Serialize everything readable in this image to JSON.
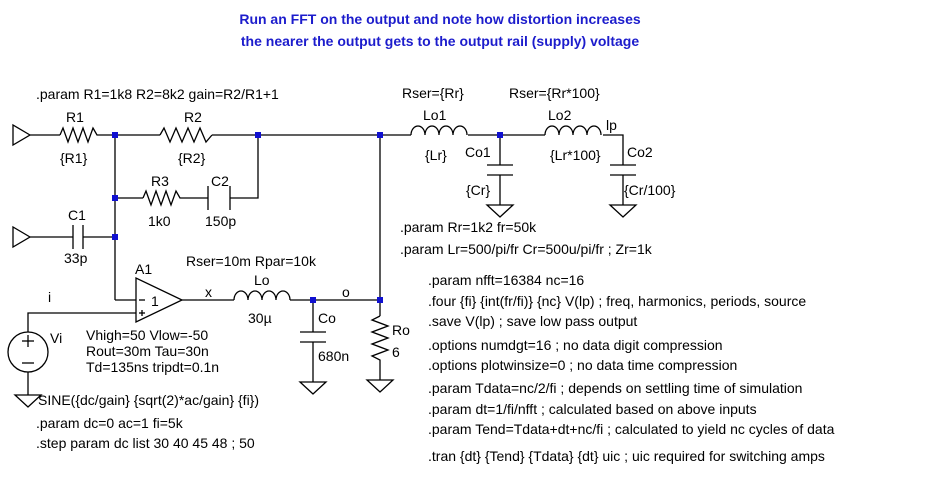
{
  "note": {
    "line1": "Run an FFT on the output and note how distortion increases",
    "line2": "the nearer the output gets to the output rail (supply) voltage"
  },
  "components": {
    "R1": {
      "name": "R1",
      "value": "{R1}"
    },
    "R2": {
      "name": "R2",
      "value": "{R2}"
    },
    "R3": {
      "name": "R3",
      "value": "1k0"
    },
    "C2": {
      "name": "C2",
      "value": "150p"
    },
    "C1": {
      "name": "C1",
      "value": "33p"
    },
    "A1": {
      "name": "A1",
      "params1": "Vhigh=50 Vlow=-50",
      "params2": "Rout=30m Tau=30n",
      "params3": "Td=135ns tripdt=0.1n",
      "symbol": "1"
    },
    "Lo": {
      "name": "Lo",
      "value": "30µ",
      "params": "Rser=10m Rpar=10k"
    },
    "Co": {
      "name": "Co",
      "value": "680n"
    },
    "Ro": {
      "name": "Ro",
      "value": "6"
    },
    "Lo1": {
      "name": "Lo1",
      "value": "{Lr}",
      "params": "Rser={Rr}"
    },
    "Co1": {
      "name": "Co1",
      "value": "{Cr}"
    },
    "Lo2": {
      "name": "Lo2",
      "value": "{Lr*100}",
      "params": "Rser={Rr*100}"
    },
    "Co2": {
      "name": "Co2",
      "value": "{Cr/100}"
    },
    "Vi": {
      "name": "Vi",
      "value": "SINE({dc/gain} {sqrt(2)*ac/gain} {fi})"
    }
  },
  "nets": {
    "i": "i",
    "o": "o",
    "lp": "lp"
  },
  "directives": {
    "param_r": ".param R1=1k8 R2=8k2 gain=R2/R1+1",
    "param_src": ".param dc=0 ac=1 fi=5k",
    "step": ".step param dc list 30 40 45 48 ; 50",
    "param_rr": ".param Rr=1k2 fr=50k",
    "param_lr": ".param Lr=500/pi/fr Cr=500u/pi/fr ; Zr=1k",
    "right": [
      ".param nfft=16384 nc=16",
      ".four {fi} {int(fr/fi)} {nc} V(lp) ; freq, harmonics, periods, source",
      ".save V(lp) ; save low pass output",
      ".options numdgt=16 ; no data digit compression",
      ".options plotwinsize=0 ; no data time compression",
      ".param Tdata=nc/2/fi ; depends on settling time of simulation",
      ".param dt=1/fi/nfft ; calculated based on above inputs",
      ".param Tend=Tdata+dt+nc/fi ; calculated to yield nc cycles of data",
      ".tran {dt} {Tend} {Tdata} {dt} uic ; uic required for switching amps"
    ]
  },
  "colors": {
    "note": "#1c1ccc",
    "wire": "#000000",
    "node": "#1010d0"
  }
}
